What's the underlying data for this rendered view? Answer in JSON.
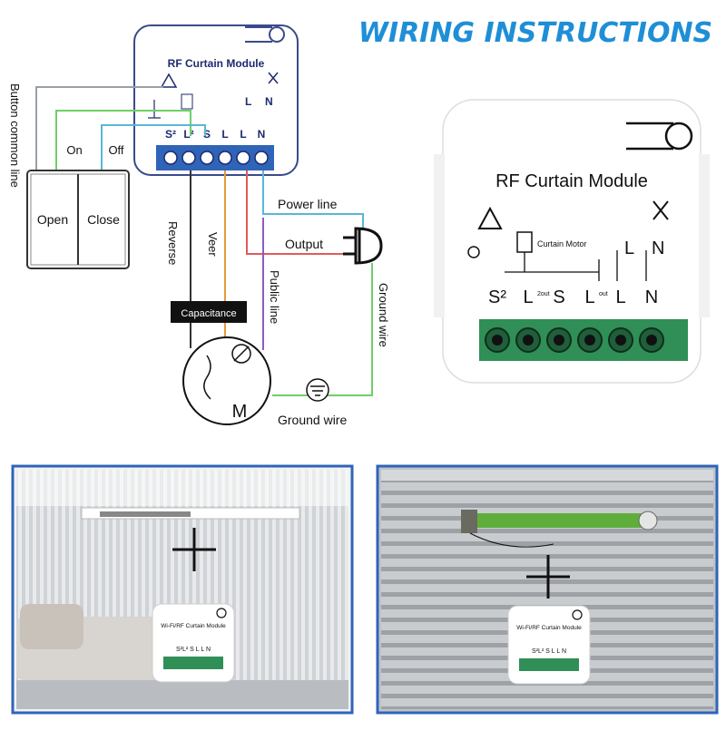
{
  "heading": "WIRING INSTRUCTIONS",
  "module_title": "RF Curtain Module",
  "motor_label": "Curtain Motor",
  "left_module": {
    "top_labels": [
      "L",
      "N"
    ],
    "terminal_labels": [
      "S²",
      "L²",
      "S",
      "L",
      "L",
      "N"
    ]
  },
  "right_module": {
    "top_labels": [
      "L",
      "N"
    ],
    "terminal_labels": [
      "S²",
      "L",
      "S",
      "L",
      "L",
      "N"
    ],
    "terminal_subs": [
      "",
      "2out",
      "",
      "out",
      "",
      ""
    ]
  },
  "switch": {
    "left_label": "Open",
    "right_label": "Close",
    "on_label": "On",
    "off_label": "Off",
    "side_label": "Button common line"
  },
  "wires": {
    "power_line": "Power line",
    "output": "Output",
    "reverse": "Reverse",
    "veer": "Veer",
    "public_line": "Public line",
    "ground_wire_vertical": "Ground wire",
    "ground_wire": "Ground wire",
    "capacitance": "Capacitance",
    "motor_letter": "M"
  },
  "photo_module": {
    "title": "Wi-Fi/RF Curtain Module",
    "terminals": "S²L² S L L N"
  },
  "plus_sign": "+",
  "colors": {
    "heading": "#1e8fd6",
    "terminal_blue": "#2f64b8",
    "terminal_green": "#2f8f57",
    "wire_green": "#6fcf67",
    "wire_cyan": "#58b7d6",
    "wire_red": "#e25a5a",
    "wire_purple": "#8c5bc4",
    "wire_orange": "#e59a3c"
  }
}
